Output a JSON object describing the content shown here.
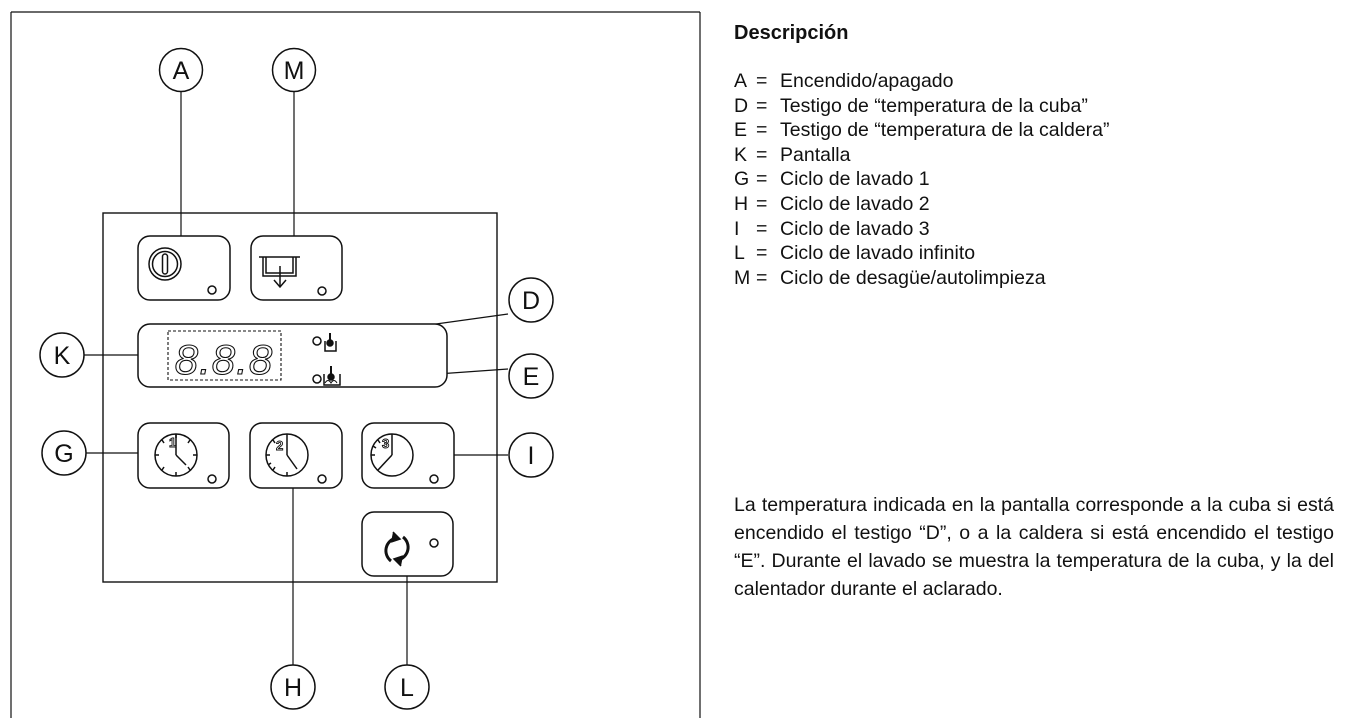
{
  "callouts": {
    "A": "A",
    "M": "M",
    "D": "D",
    "K": "K",
    "E": "E",
    "G": "G",
    "I": "I",
    "H": "H",
    "L": "L"
  },
  "description": {
    "title": "Descripción",
    "items": [
      {
        "key": "A",
        "eq": "=",
        "text": "Encendido/apagado"
      },
      {
        "key": "D",
        "eq": "=",
        "text": "Testigo de “temperatura de la cuba”"
      },
      {
        "key": "E",
        "eq": "=",
        "text": "Testigo de “temperatura de la caldera”"
      },
      {
        "key": "K",
        "eq": "=",
        "text": "Pantalla"
      },
      {
        "key": "G",
        "eq": "=",
        "text": "Ciclo de lavado 1"
      },
      {
        "key": "H",
        "eq": "=",
        "text": "Ciclo de lavado 2"
      },
      {
        "key": "I",
        "eq": "=",
        "text": "Ciclo de lavado 3"
      },
      {
        "key": "L",
        "eq": "=",
        "text": "Ciclo de lavado infinito"
      },
      {
        "key": "M",
        "eq": "=",
        "text": "Ciclo de desagüe/autolimpieza"
      }
    ]
  },
  "note": "La temperatura indicada en la pantalla corresponde a la cuba si está encendido el testigo “D”, o a la caldera si está encendido el testigo “E”. Durante el lavado se muestra la temperatura de la cuba, y la del calentador durante el aclarado.",
  "display_digits": "8.8.8",
  "icons": {
    "power": "power-icon",
    "drain": "drain-icon",
    "cycle1": "clock-1-icon",
    "cycle2": "clock-2-icon",
    "cycle3": "clock-3-icon",
    "infinite": "refresh-icon",
    "tank_temp": "thermometer-tank-icon",
    "boiler_temp": "thermometer-boiler-icon"
  }
}
